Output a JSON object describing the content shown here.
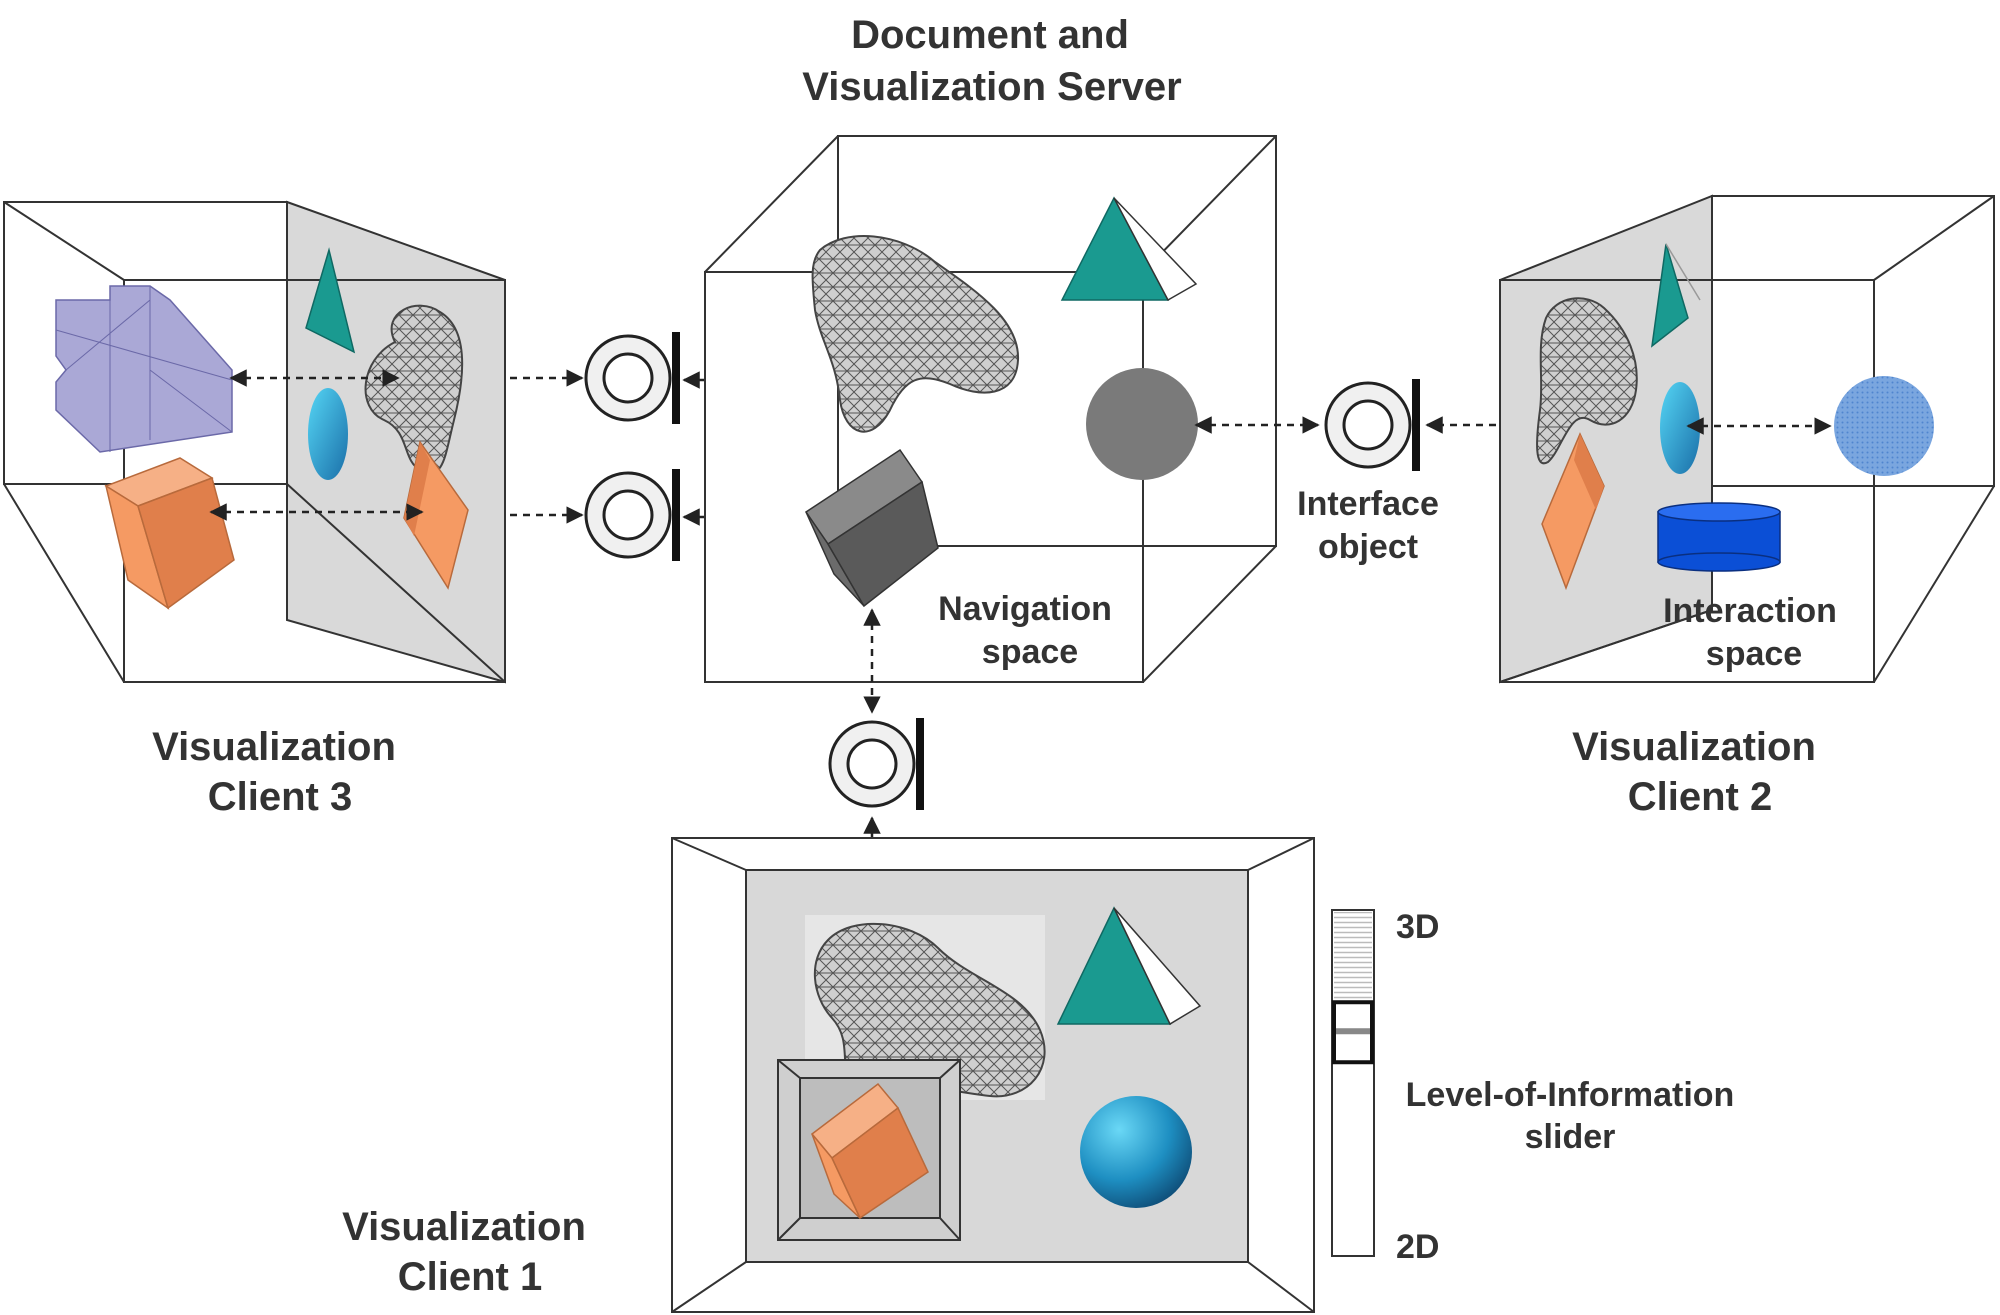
{
  "server": {
    "title_line1": "Document and",
    "title_line2": "Visualization Server"
  },
  "labels": {
    "navigation_line1": "Navigation",
    "navigation_line2": "space",
    "interface_line1": "Interface",
    "interface_line2": "object",
    "interaction_line1": "Interaction",
    "interaction_line2": "space"
  },
  "clients": {
    "client3_line1": "Visualization",
    "client3_line2": "Client 3",
    "client2_line1": "Visualization",
    "client2_line2": "Client 2",
    "client1_line1": "Visualization",
    "client1_line2": "Client 1"
  },
  "slider": {
    "top_label": "3D",
    "bottom_label": "2D",
    "name_line1": "Level-of-Information",
    "name_line2": "slider",
    "position": 0.68
  },
  "colors": {
    "teal": "#1a9a90",
    "orange": "#f59a63",
    "lavender": "#aaa8d6",
    "panel": "#d8d8d8",
    "blue": "#0b4fd6",
    "gray_solid": "#7a7a7a"
  }
}
